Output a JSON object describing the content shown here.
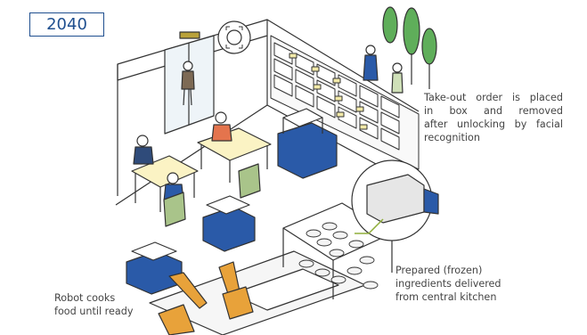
{
  "year_label": "2040",
  "callouts": {
    "takeout": {
      "line1": "Take-out order is placed",
      "line2": "in box and removed",
      "line3": "after unlocking by facial",
      "line4": "recognition"
    },
    "prepared": {
      "line1": "Prepared (frozen)",
      "line2": "ingredients delivered",
      "line3": "from central kitchen"
    },
    "robot": {
      "line1": "Robot cooks",
      "line2": "food until ready"
    }
  },
  "colors": {
    "outline": "#333333",
    "robot_blue": "#2a5aa8",
    "robot_arm_orange": "#e8a23a",
    "chair_green": "#a9c48a",
    "table_yellow": "#fbf3c4",
    "tree_green": "#5fae5a",
    "locker_fill": "#f2e9a8",
    "year_box": "#1f4f8f"
  }
}
